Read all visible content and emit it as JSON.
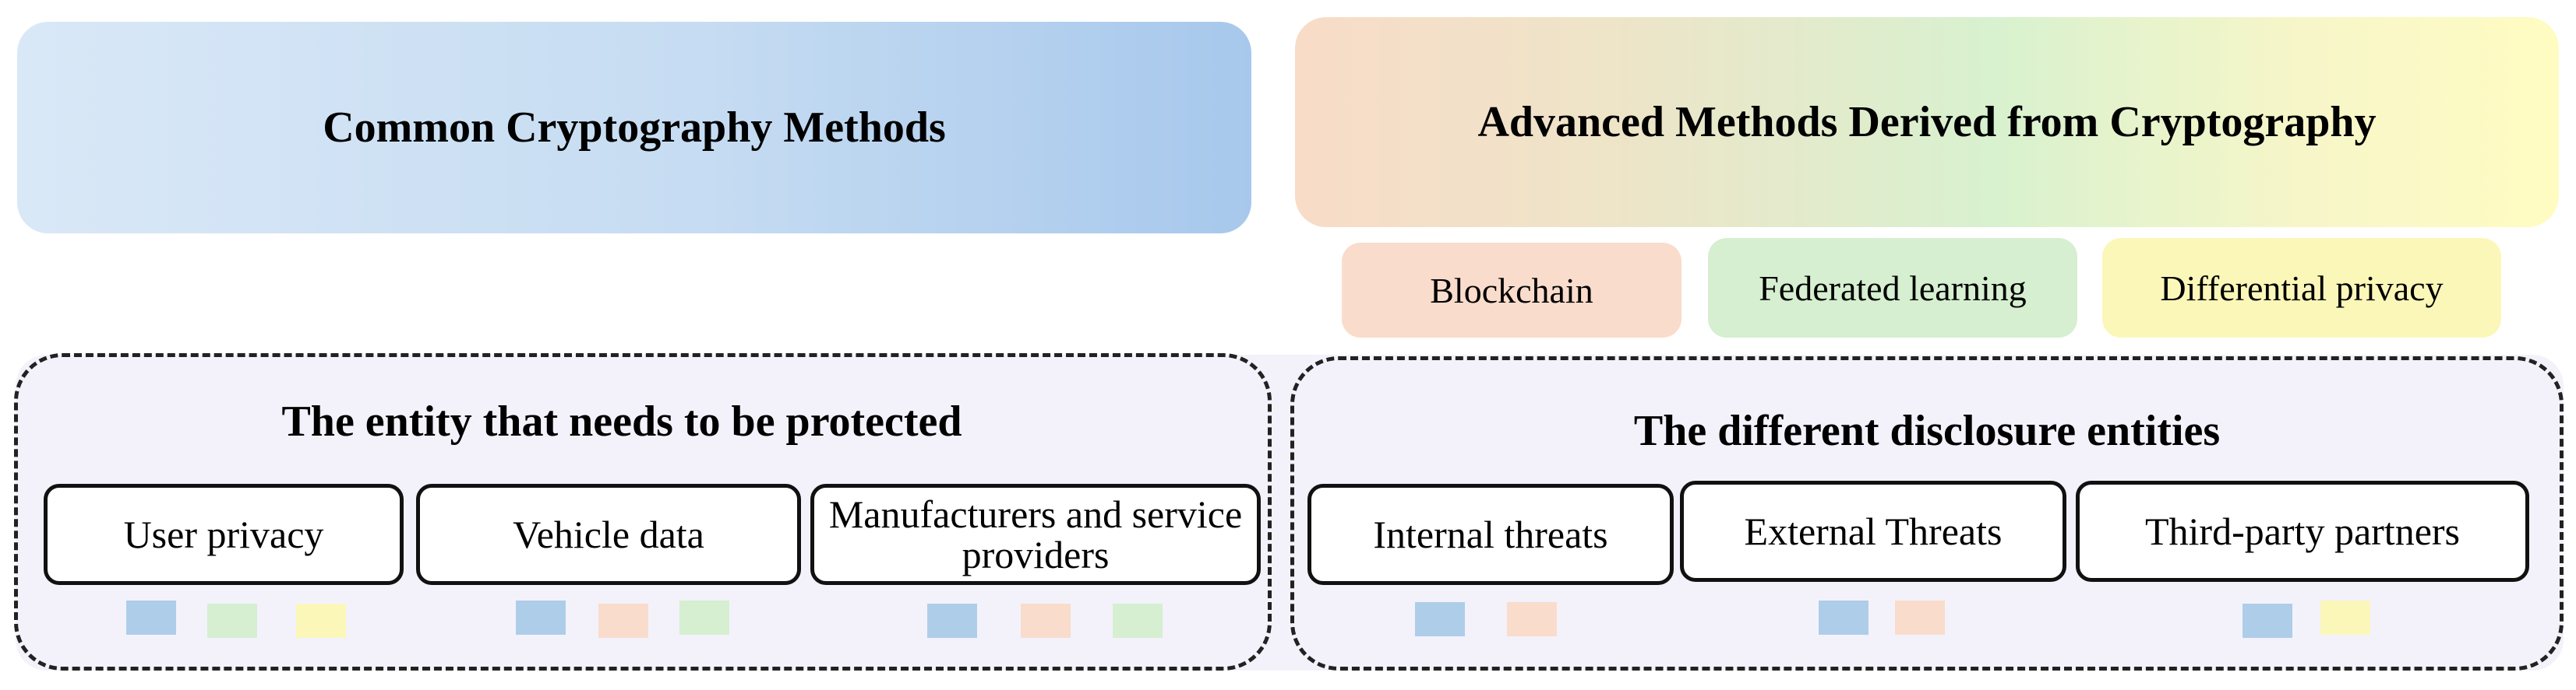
{
  "colors": {
    "blue": "#aecde9",
    "green": "#d5efd0",
    "yellow": "#fbf7b9",
    "orange": "#f9dccb",
    "panel_shade": "#f3f2fb"
  },
  "header": {
    "left_title": "Common Cryptography Methods",
    "right_title": "Advanced Methods Derived from Cryptography",
    "methods": [
      "Blockchain",
      "Federated learning",
      "Differential privacy"
    ]
  },
  "left_group": {
    "title": "The entity that needs to be protected",
    "entities": [
      {
        "label": "User privacy",
        "tags": [
          "blue",
          "green",
          "yellow"
        ]
      },
      {
        "label": "Vehicle data",
        "tags": [
          "blue",
          "orange",
          "green"
        ]
      },
      {
        "label": "Manufacturers and service providers",
        "tags": [
          "blue",
          "orange",
          "green"
        ]
      }
    ]
  },
  "right_group": {
    "title": "The different disclosure entities",
    "entities": [
      {
        "label": "Internal threats",
        "tags": [
          "blue",
          "orange"
        ]
      },
      {
        "label": "External Threats",
        "tags": [
          "blue",
          "orange"
        ]
      },
      {
        "label": "Third-party partners",
        "tags": [
          "blue",
          "yellow"
        ]
      }
    ]
  }
}
